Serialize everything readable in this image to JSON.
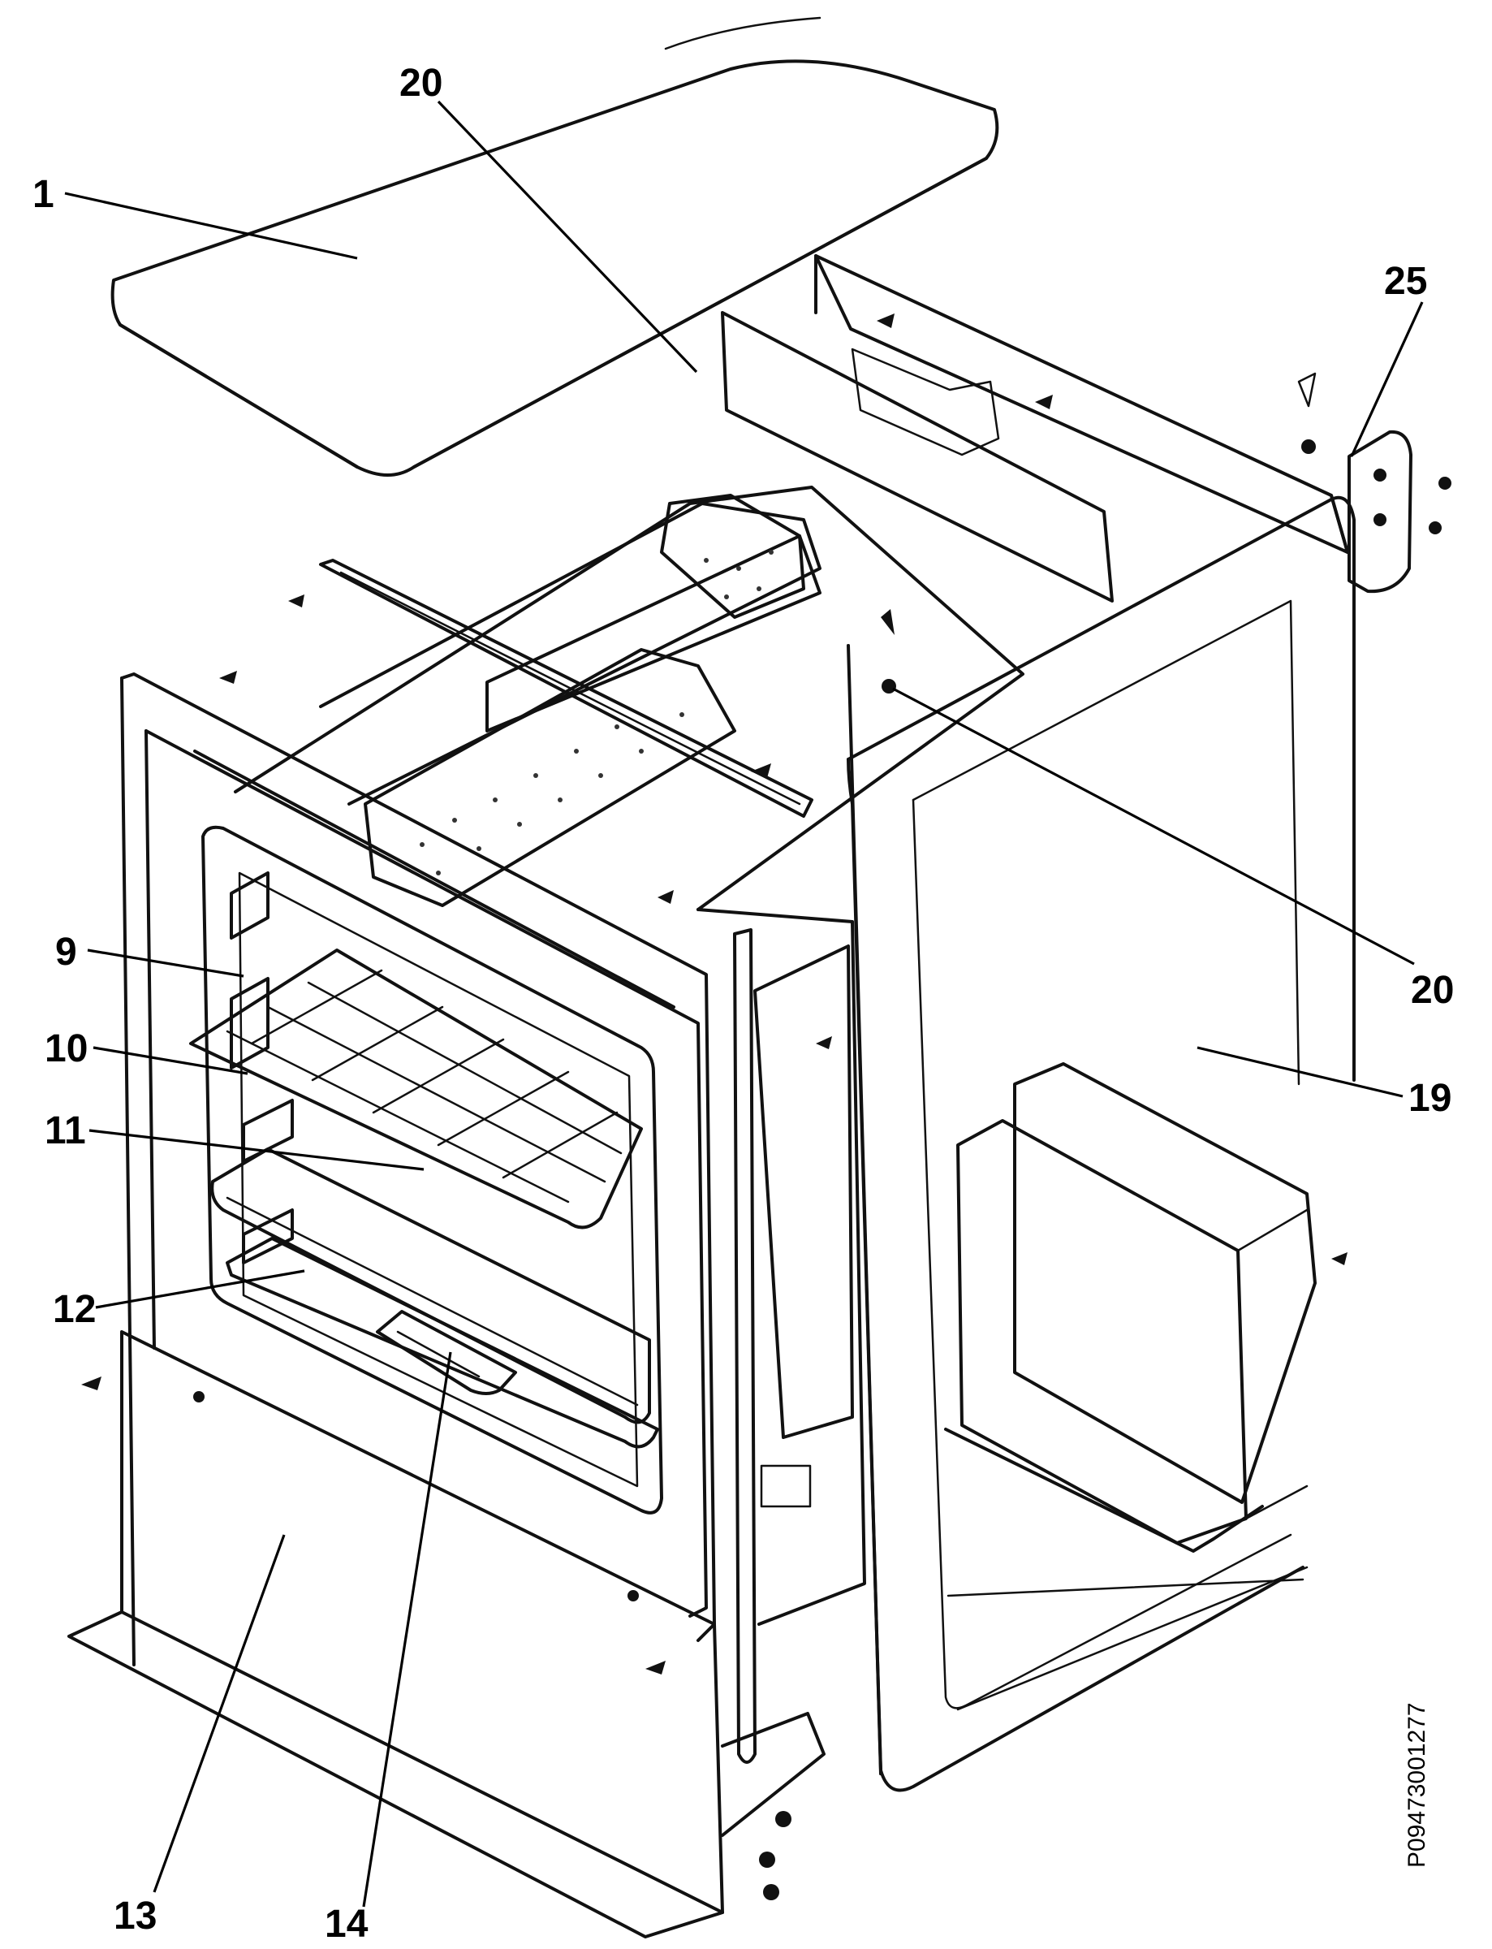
{
  "callouts": [
    {
      "id": "c1",
      "text": "1"
    },
    {
      "id": "c20a",
      "text": "20"
    },
    {
      "id": "c25",
      "text": "25"
    },
    {
      "id": "c9",
      "text": "9"
    },
    {
      "id": "c10",
      "text": "10"
    },
    {
      "id": "c11",
      "text": "11"
    },
    {
      "id": "c12",
      "text": "12"
    },
    {
      "id": "c20b",
      "text": "20"
    },
    {
      "id": "c19",
      "text": "19"
    },
    {
      "id": "c13",
      "text": "13"
    },
    {
      "id": "c14",
      "text": "14"
    }
  ],
  "reference_code": "P09473001277"
}
